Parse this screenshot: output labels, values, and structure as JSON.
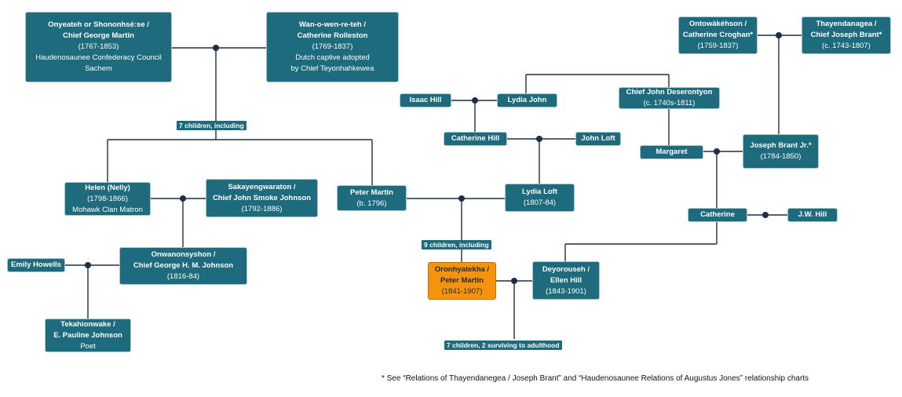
{
  "colors": {
    "box": "#1d6b7c",
    "focus": "#f5930f",
    "line": "#1f2e44"
  },
  "people": {
    "george_martin": {
      "l1": "Onyeateh or Shononhsé:se /",
      "l2": "Chief George Martin",
      "l3": "(1767-1853)",
      "l4": "Haudenosaunee Confederacy Council",
      "l5": "Sachem"
    },
    "catherine_rolleston": {
      "l1": "Wan-o-wen-re-teh /",
      "l2": "Catherine Rolleston",
      "l3": "(1769-1837)",
      "l4": "Dutch captive adopted",
      "l5": "by Chief Teyonhahkewea"
    },
    "catherine_croghan": {
      "l1": "Ontowàkéhson /",
      "l2": "Catherine Croghan*",
      "l3": "(1759-1837)"
    },
    "joseph_brant": {
      "l1": "Thayendanagea /",
      "l2": "Chief Joseph Brant*",
      "l3": "(c. 1743-1807)"
    },
    "isaac_hill": {
      "l1": "Isaac Hill"
    },
    "lydia_john": {
      "l1": "Lydia John"
    },
    "john_deserontyon": {
      "l1": "Chief John Deserontyon",
      "l2": "(c. 1740s-1811)"
    },
    "catherine_hill": {
      "l1": "Catherine Hill"
    },
    "john_loft": {
      "l1": "John Loft"
    },
    "margaret": {
      "l1": "Margaret"
    },
    "joseph_brant_jr": {
      "l1": "Joseph Brant Jr.*",
      "l2": "(1784-1850)"
    },
    "helen": {
      "l1": "Helen (Nelly)",
      "l2": "(1798-1866)",
      "l3": "Mohawk Clan Matron"
    },
    "john_smoke_johnson": {
      "l1": "Sakayengwaraton /",
      "l2": "Chief John Smoke Johnson",
      "l3": "(1792-1886)"
    },
    "peter_martin_1796": {
      "l1": "Peter Martin",
      "l2": "(b. 1796)"
    },
    "lydia_loft": {
      "l1": "Lydia Loft",
      "l2": "(1807-84)"
    },
    "catherine": {
      "l1": "Catherine"
    },
    "jw_hill": {
      "l1": "J.W. Hill"
    },
    "emily_howells": {
      "l1": "Emily Howells"
    },
    "george_hm_johnson": {
      "l1": "Onwanonsyshon /",
      "l2": "Chief George H. M. Johnson",
      "l3": "(1816-84)"
    },
    "oronhyatekha": {
      "l1": "Oronhyatekha /",
      "l2": "Peter Martin",
      "l3": "(1841-1907)"
    },
    "ellen_hill": {
      "l1": "Deyorouseh /",
      "l2": "Ellen Hill",
      "l3": "(1843-1901)"
    },
    "pauline_johnson": {
      "l1": "Tekahionwake /",
      "l2": "E. Pauline Johnson",
      "l3": "Poet"
    }
  },
  "labels": {
    "seven_children": "7 children, including",
    "nine_children": "9 children, including",
    "seven_surviving": "7 children, 2 surviving to adulthood"
  },
  "footnote": "* See “Relations of Thayendanegea / Joseph Brant” and “Haudenosaunee Relations of Augustus Jones” relationship charts"
}
